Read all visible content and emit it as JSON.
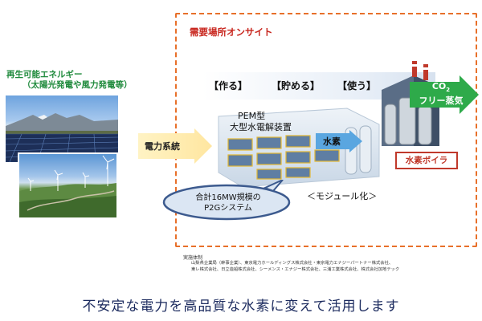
{
  "onsite": {
    "label": "需要場所オンサイト"
  },
  "renewable": {
    "title": "再生可能エネルギー",
    "subtitle": "（太陽光発電や風力発電等）"
  },
  "grid": {
    "label": "電力系統"
  },
  "steps": {
    "make": "【作る】",
    "store": "【貯める】",
    "use": "【使う】"
  },
  "steam": {
    "line1": "CO",
    "sub": "2",
    "line2": "フリー蒸気"
  },
  "pem": {
    "line1": "PEM型",
    "line2": "大型水電解装置"
  },
  "hydrogen": {
    "label": "水素"
  },
  "boiler": {
    "label": "水素ボイラ"
  },
  "module": {
    "label": "＜モジュール化＞"
  },
  "callout": {
    "line1": "合計16MW規模の",
    "line2": "P2Gシステム"
  },
  "credits": {
    "title": "実施体制",
    "line1": "山梨県企業局（幹事企業）、東京電力ホールディングス株式会社・東京電力エナジーパートナー株式会社、",
    "line2": "東レ株式会社、日立造船株式会社、シーメンス・エナジー株式会社、三浦工業株式会社、株式会社加地テック"
  },
  "message": "不安定な電力を高品質な水素に変えて活用します",
  "colors": {
    "dashed_border": "#e8702a",
    "onsite_text": "#c8261e",
    "renewable_text": "#1f8a3c",
    "steam_arrow": "#2eaa4a",
    "boiler_border": "#c0392b",
    "message_text": "#1b2a5e"
  }
}
